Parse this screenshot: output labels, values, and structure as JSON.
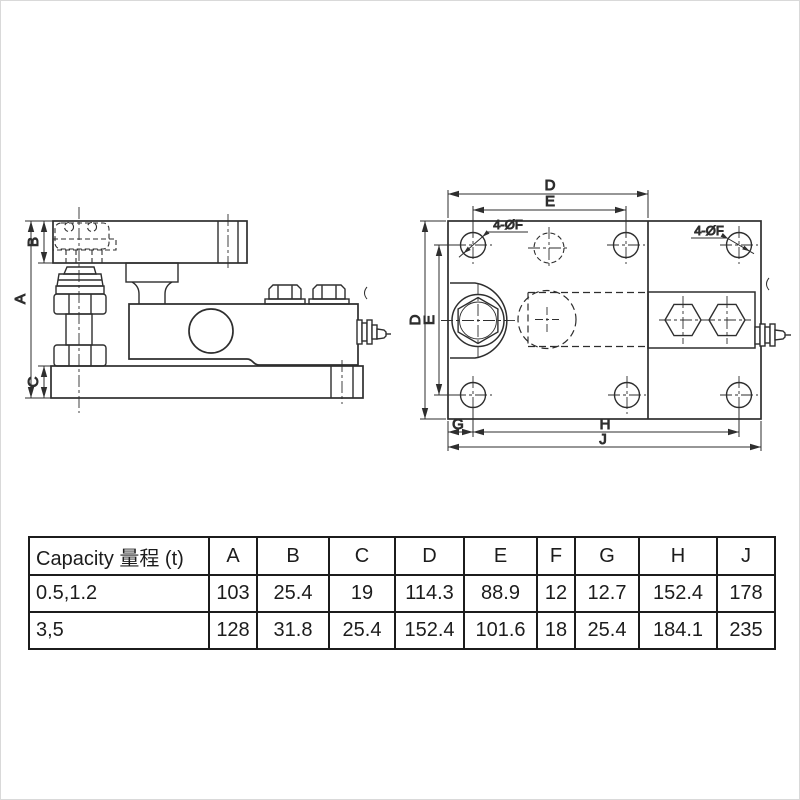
{
  "colors": {
    "line": "#2e2e2e",
    "table_border": "#1c1c1c",
    "background": "#ffffff"
  },
  "drawing": {
    "side_view": {
      "labels": {
        "A": "A",
        "B": "B",
        "C": "C"
      }
    },
    "top_view": {
      "labels": {
        "D_top": "D",
        "E_top": "E",
        "D_side": "D",
        "E_side": "E",
        "G": "G",
        "H": "H",
        "J": "J"
      },
      "callouts": {
        "left": "4-ØF",
        "right": "4-ØF"
      }
    }
  },
  "table": {
    "headers": [
      "Capacity 量程 (t)",
      "A",
      "B",
      "C",
      "D",
      "E",
      "F",
      "G",
      "H",
      "J"
    ],
    "rows": [
      {
        "capacity": "0.5,1.2",
        "values": [
          "103",
          "25.4",
          "19",
          "114.3",
          "88.9",
          "12",
          "12.7",
          "152.4",
          "178"
        ]
      },
      {
        "capacity": "3,5",
        "values": [
          "128",
          "31.8",
          "25.4",
          "152.4",
          "101.6",
          "18",
          "25.4",
          "184.1",
          "235"
        ]
      }
    ]
  }
}
